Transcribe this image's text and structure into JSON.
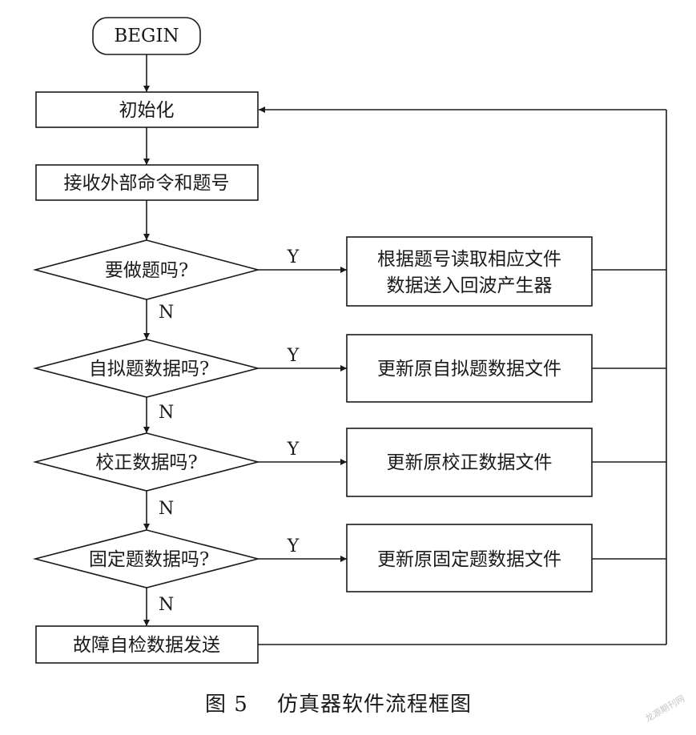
{
  "nodes": {
    "begin": "BEGIN",
    "init": "初始化",
    "receive": "接收外部命令和题号",
    "decision_question": "要做题吗?",
    "action_question_line1": "根据题号读取相应文件",
    "action_question_line2": "数据送入回波产生器",
    "decision_custom": "自拟题数据吗?",
    "action_custom": "更新原自拟题数据文件",
    "decision_calibration": "校正数据吗?",
    "action_calibration": "更新原校正数据文件",
    "decision_fixed": "固定题数据吗?",
    "action_fixed": "更新原固定题数据文件",
    "self_check": "故障自检数据发送"
  },
  "edges": {
    "yes": "Y",
    "no": "N"
  },
  "caption": {
    "label": "图 5",
    "title": "仿真器软件流程框图"
  },
  "watermark": "龙源期刊网"
}
